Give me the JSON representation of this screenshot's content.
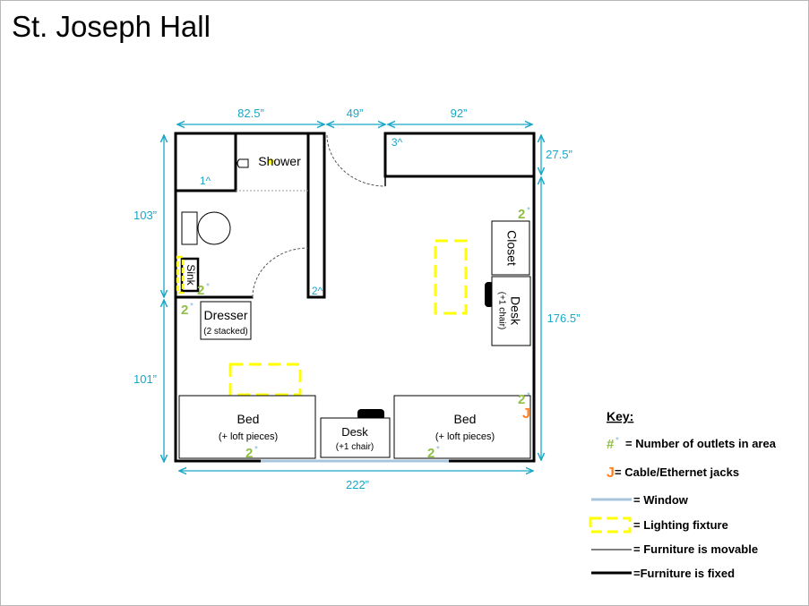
{
  "title": "St. Joseph Hall",
  "dimensions": {
    "bath_width": "82.5”",
    "door_width": "49”",
    "right_width": "92”",
    "upper_depth": "27.5”",
    "left_upper": "103”",
    "left_lower": "101”",
    "right_height": "176.5”",
    "total_width": "222”"
  },
  "rooms": {
    "shower": "Shower",
    "sink": "Sink",
    "dresser": "Dresser",
    "dresser_note": "(2 stacked)",
    "closet": "Closet",
    "desk_right": "Desk",
    "desk_right_note": "(+1 chair)",
    "bed_left": "Bed",
    "bed_left_note": "(+ loft pieces)",
    "desk_center": "Desk",
    "desk_center_note": "(+1 chair)",
    "bed_right": "Bed",
    "bed_right_note": "(+ loft pieces)"
  },
  "markers": {
    "height_1": "1^",
    "height_2": "2^",
    "height_3": "3^",
    "outlet_count": "2",
    "outlet_star": "*",
    "jack": "J"
  },
  "key": {
    "title": "Key:",
    "outlet_symbol": "#",
    "outlets": "= Number of outlets in area",
    "jacks": "= Cable/Ethernet jacks",
    "window": "= Window",
    "lighting": "= Lighting fixture",
    "movable": "= Furniture is movable",
    "fixed": "=Furniture is fixed"
  },
  "colors": {
    "dimension": "#1aa7c7",
    "outlet": "#8fbf45",
    "jack": "#ff7f1f",
    "window": "#a9c4dd",
    "lighting": "#ffff00"
  }
}
